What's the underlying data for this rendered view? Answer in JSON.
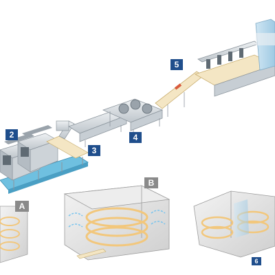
{
  "labels": {
    "step_2": "2",
    "step_3": "3",
    "step_4": "4",
    "step_5": "5",
    "step_6": "6",
    "detail_a": "A",
    "detail_b": "B"
  },
  "colors": {
    "number_badge": "#1f4e8c",
    "letter_badge": "#8a8a8a",
    "conveyor_belt": "#6fc0e0",
    "steel": "#d9dde1",
    "steel_dark": "#9aa3ab",
    "housing_wall": "#e6e6e6",
    "spiral_ring": "#f2c77c",
    "product": "#f4e6c4",
    "airflow": "#78c4ee",
    "product_accent": "#d85b3c"
  }
}
